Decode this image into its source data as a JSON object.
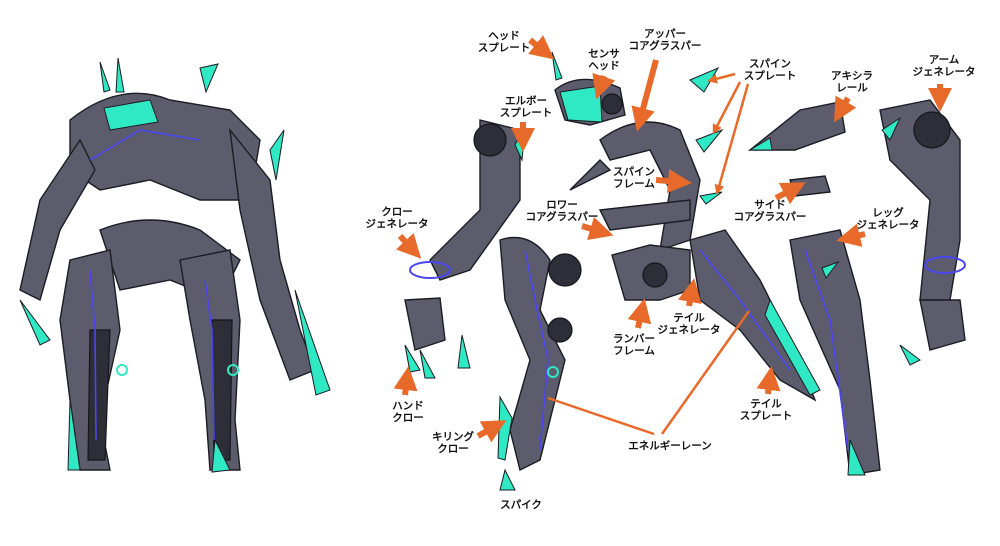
{
  "labels": {
    "head_splate": [
      "ヘッド",
      "スプレート"
    ],
    "sensor_head": [
      "センサ",
      "ヘッド"
    ],
    "upper_core_grasper": [
      "アッパー",
      "コアグラスパー"
    ],
    "spine_splate": [
      "スパイン",
      "スプレート"
    ],
    "axilla_rail": [
      "アキシラ",
      "レール"
    ],
    "arm_generator": [
      "アーム",
      "ジェネレータ"
    ],
    "elbow_splate": [
      "エルボー",
      "スプレート"
    ],
    "spine_frame": [
      "スパイン",
      "フレーム"
    ],
    "lower_core_grasper": [
      "ロワー",
      "コアグラスパー"
    ],
    "side_core_grasper": [
      "サイド",
      "コアグラスパー"
    ],
    "claw_generator": [
      "クロー",
      "ジェネレータ"
    ],
    "leg_generator": [
      "レッグ",
      "ジェネレータ"
    ],
    "tail_generator": [
      "テイル",
      "ジェネレータ"
    ],
    "lumbar_frame": [
      "ランバー",
      "フレーム"
    ],
    "hand_claw": [
      "ハンド",
      "クロー"
    ],
    "tail_splate": [
      "テイル",
      "スプレート"
    ],
    "killing_claw": [
      "キリング",
      "クロー"
    ],
    "energy_lane": "エネルギーレーン",
    "spike": "スパイク"
  },
  "colors": {
    "arrow": "#e86a2a",
    "body": "#5c5c6c",
    "lane": "#4b46f0",
    "glow": "#2fe8c4"
  }
}
